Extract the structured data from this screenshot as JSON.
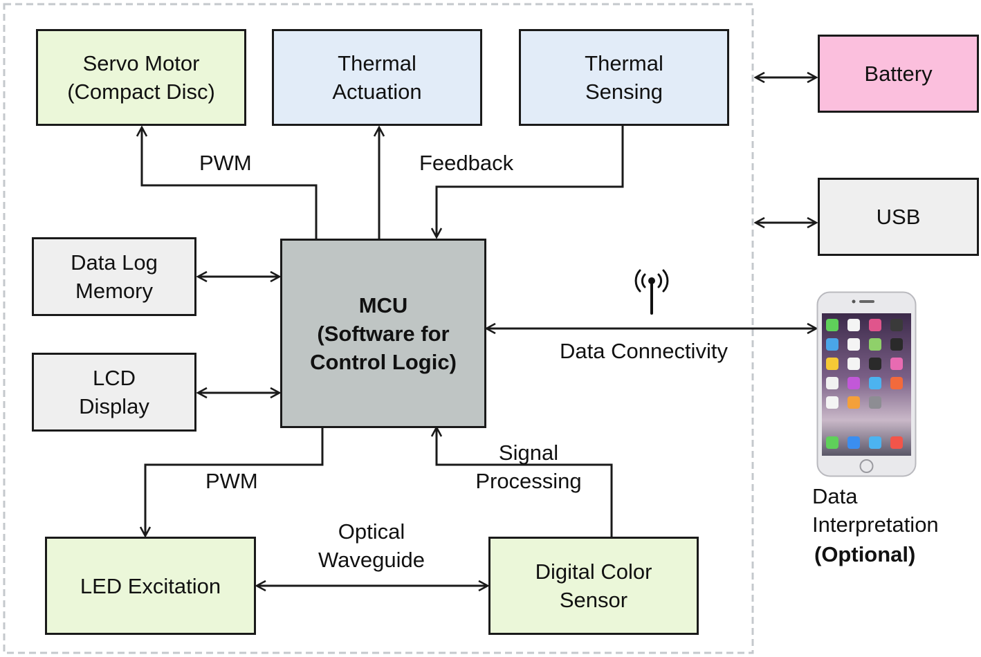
{
  "colors": {
    "frame_dash": "#c4c8cc",
    "green_fill": "#ebf7d9",
    "blue_fill": "#e2ecf8",
    "gray_fill": "#efefef",
    "mcu_fill": "#bfc5c4",
    "battery_fill": "#fbbfdd",
    "stroke": "#1a1a1a"
  },
  "blocks": {
    "servo": "Servo Motor\n(Compact Disc)",
    "thermal_actuation": "Thermal\nActuation",
    "thermal_sensing": "Thermal\nSensing",
    "battery": "Battery",
    "usb": "USB",
    "data_log": "Data Log\nMemory",
    "lcd": "LCD\nDisplay",
    "mcu": "MCU\n(Software for\nControl Logic)",
    "led": "LED Excitation",
    "color_sensor": "Digital Color\nSensor"
  },
  "labels": {
    "pwm_top": "PWM",
    "feedback": "Feedback",
    "data_connectivity": "Data Connectivity",
    "signal_processing": "Signal\nProcessing",
    "pwm_bottom": "PWM",
    "optical_waveguide": "Optical\nWaveguide",
    "data_interpretation": "Data\nInterpretation",
    "optional": "(Optional)"
  },
  "icons": {
    "antenna": "antenna-icon",
    "smartphone": "smartphone-icon"
  }
}
